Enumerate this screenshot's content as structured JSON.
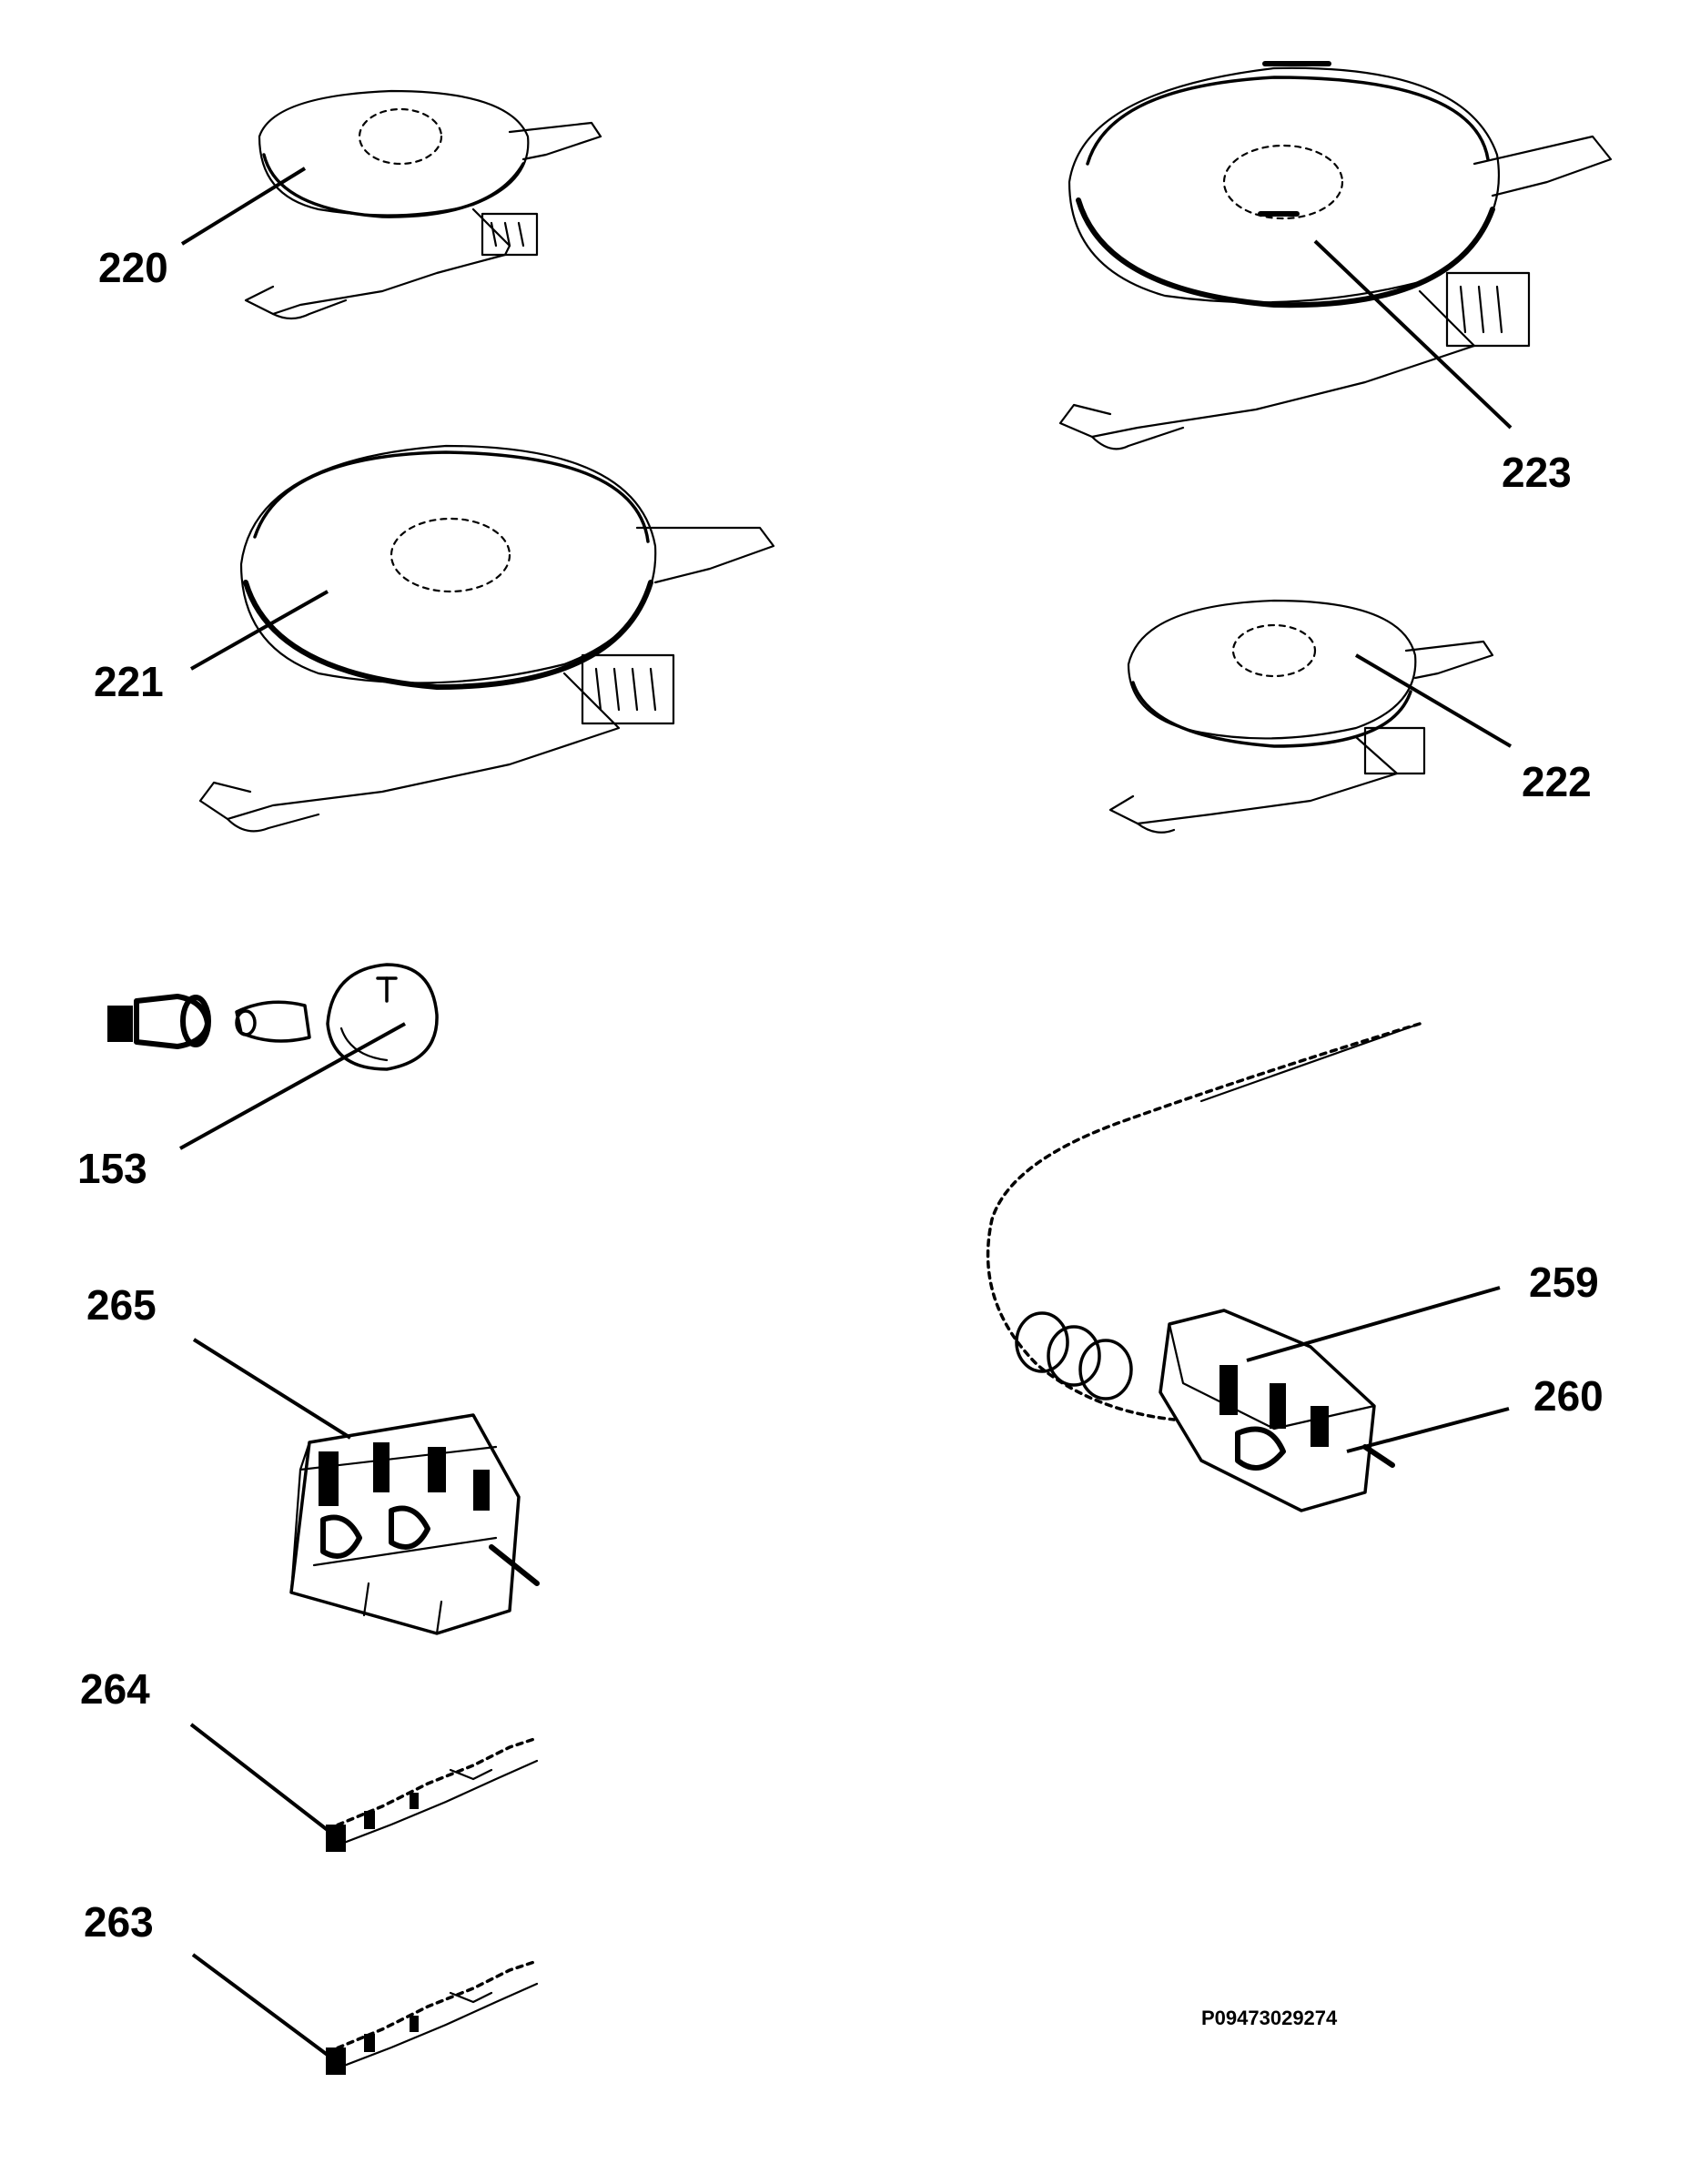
{
  "labels": {
    "p220": "220",
    "p221": "221",
    "p222": "222",
    "p223": "223",
    "p153": "153",
    "p265": "265",
    "p259": "259",
    "p260": "260",
    "p264": "264",
    "p263": "263"
  },
  "drawing_code": "P09473029274"
}
